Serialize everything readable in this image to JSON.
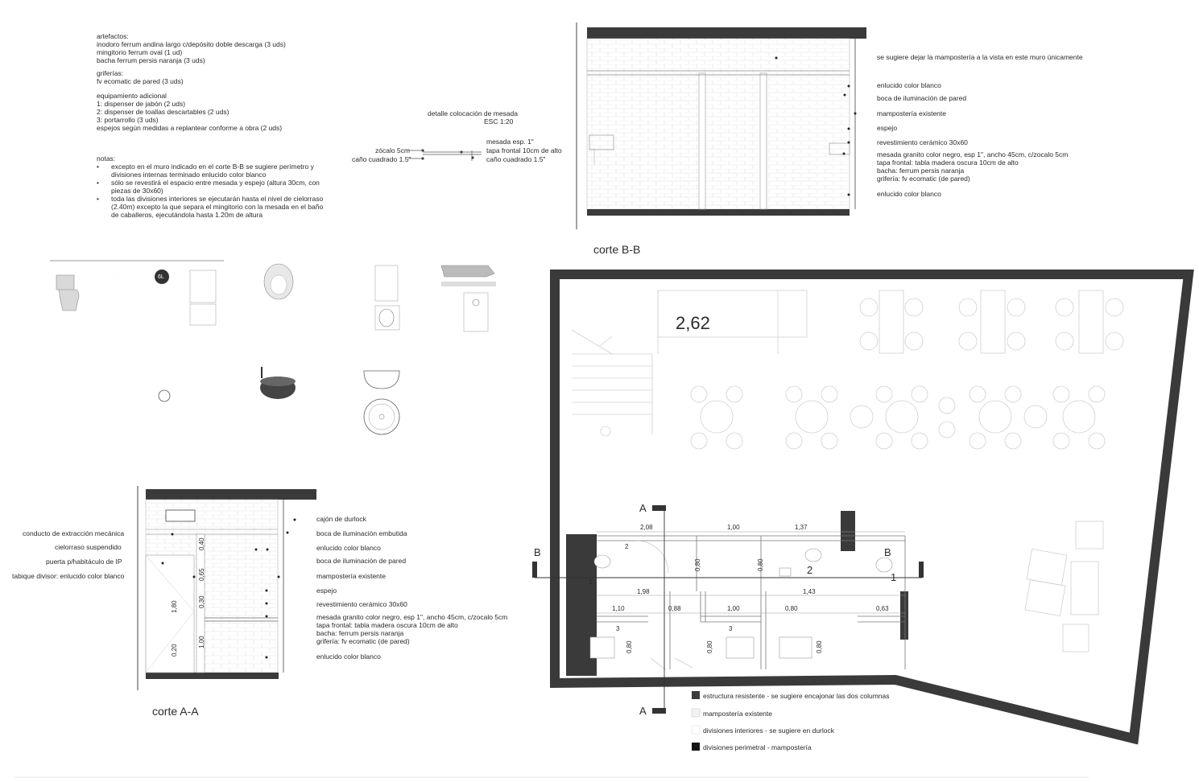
{
  "spec": {
    "artefactos": [
      "artefactos:",
      "inodoro ferrum andina largo c/depósito doble descarga (3 uds)",
      "mingitorio ferrum oval (1 ud)",
      "bacha ferrum persis naranja (3 uds)"
    ],
    "griferias": [
      "griferías:",
      "fv ecomatic de pared (3 uds)"
    ],
    "equipamiento": [
      "equipamiento adicional",
      "1: dispenser de jabón (2 uds)",
      "2: dispenser de toallas descartables (2 uds)",
      "3: portarrollo (3 uds)",
      "espejos según medidas a replantear conforme a obra (2 uds)"
    ],
    "notas_title": "notas:",
    "notas": [
      "excepto en el muro indicado en el corte B-B se sugiere perímetro y divisiones internas terminado enlucido color blanco",
      "sólo se revestirá el espacio entre mesada y espejo (altura 30cm, con piezas de 30x60)",
      "toda las divisiones interiores se ejecutarán hasta el nivel de cielorraso (2.40m) excepto la que separa el mingitorio con la mesada en el baño de caballeros, ejecutándola hasta 1.20m de altura"
    ]
  },
  "detalle": {
    "title": "detalle colocación de mesada",
    "scale": "ESC 1:20",
    "left": [
      "zócalo 5cm",
      "caño cuadrado 1.5\""
    ],
    "right": [
      "mesada esp. 1\"",
      "tapa frontal 10cm de alto",
      "caño cuadrado 1.5\""
    ]
  },
  "corte_bb": {
    "title": "corte B-B",
    "labels": [
      "se sugiere dejar la mampostería a la vista en este muro únicamente",
      "enlucido color blanco",
      "boca de iluminación de pared",
      "mampostería existente",
      "espejo",
      "revestimiento cerámico 30x60",
      "mesada granito color negro, esp 1\", ancho 45cm, c/zocalo 5cm",
      "tapa frontal: tabla madera oscura 10cm de alto",
      "bacha: ferrum persis naranja",
      "grifería: fv ecomatic (de pared)",
      "enlucido color blanco"
    ]
  },
  "corte_aa": {
    "title": "corte A-A",
    "left_labels": [
      "conducto de extracción mecánica",
      "cielorraso suspendido",
      "puerta p/habitáculo de IP",
      "tabique divisor: enlucido color blanco"
    ],
    "right_labels": [
      "cajón de durlock",
      "boca de iluminación embutida",
      "enlucido color blanco",
      "boca de iluminación de pared",
      "mampostería existente",
      "espejo",
      "revestimiento cerámico 30x60",
      "mesada granito color negro, esp 1\", ancho 45cm, c/zocalo 5cm",
      "tapa frontal: tabla madera oscura 10cm de alto",
      "bacha: ferrum persis naranja",
      "grifería: fv ecomatic (de pared)",
      "enlucido color blanco"
    ],
    "dims": [
      "0,40",
      "0,65",
      "0,30",
      "1,80",
      "1,00",
      "0,20"
    ]
  },
  "catalog": {
    "badge": "6L"
  },
  "plan": {
    "level": "2,62",
    "section_a": "A",
    "section_b": "B",
    "dims_top": [
      "2,08",
      "1,00",
      "1,37"
    ],
    "dims_mid": [
      "1,98",
      "1,43"
    ],
    "dims_low": [
      "1,10",
      "0,88",
      "1,00",
      "0,80",
      "0,63"
    ],
    "dims_vert": [
      "0,80",
      "0,80",
      "0,80",
      "0,80",
      "0,80"
    ],
    "numbers": [
      "2",
      "2",
      "1",
      "1",
      "3",
      "3"
    ]
  },
  "legend": [
    {
      "label": "estructura resistente - se sugiere encajonar las dos columnas",
      "fill": "#3a3a3a"
    },
    {
      "label": "mampostería existente",
      "fill": "#f2f2f2"
    },
    {
      "label": "divisiones interiores - se sugiere en durlock",
      "fill": "#ffffff"
    },
    {
      "label": "divisiones perimetral - mampostería",
      "fill": "#141414"
    }
  ],
  "colors": {
    "wall": "#3a3a3a",
    "line": "#555555",
    "light": "#cfcfcf"
  }
}
